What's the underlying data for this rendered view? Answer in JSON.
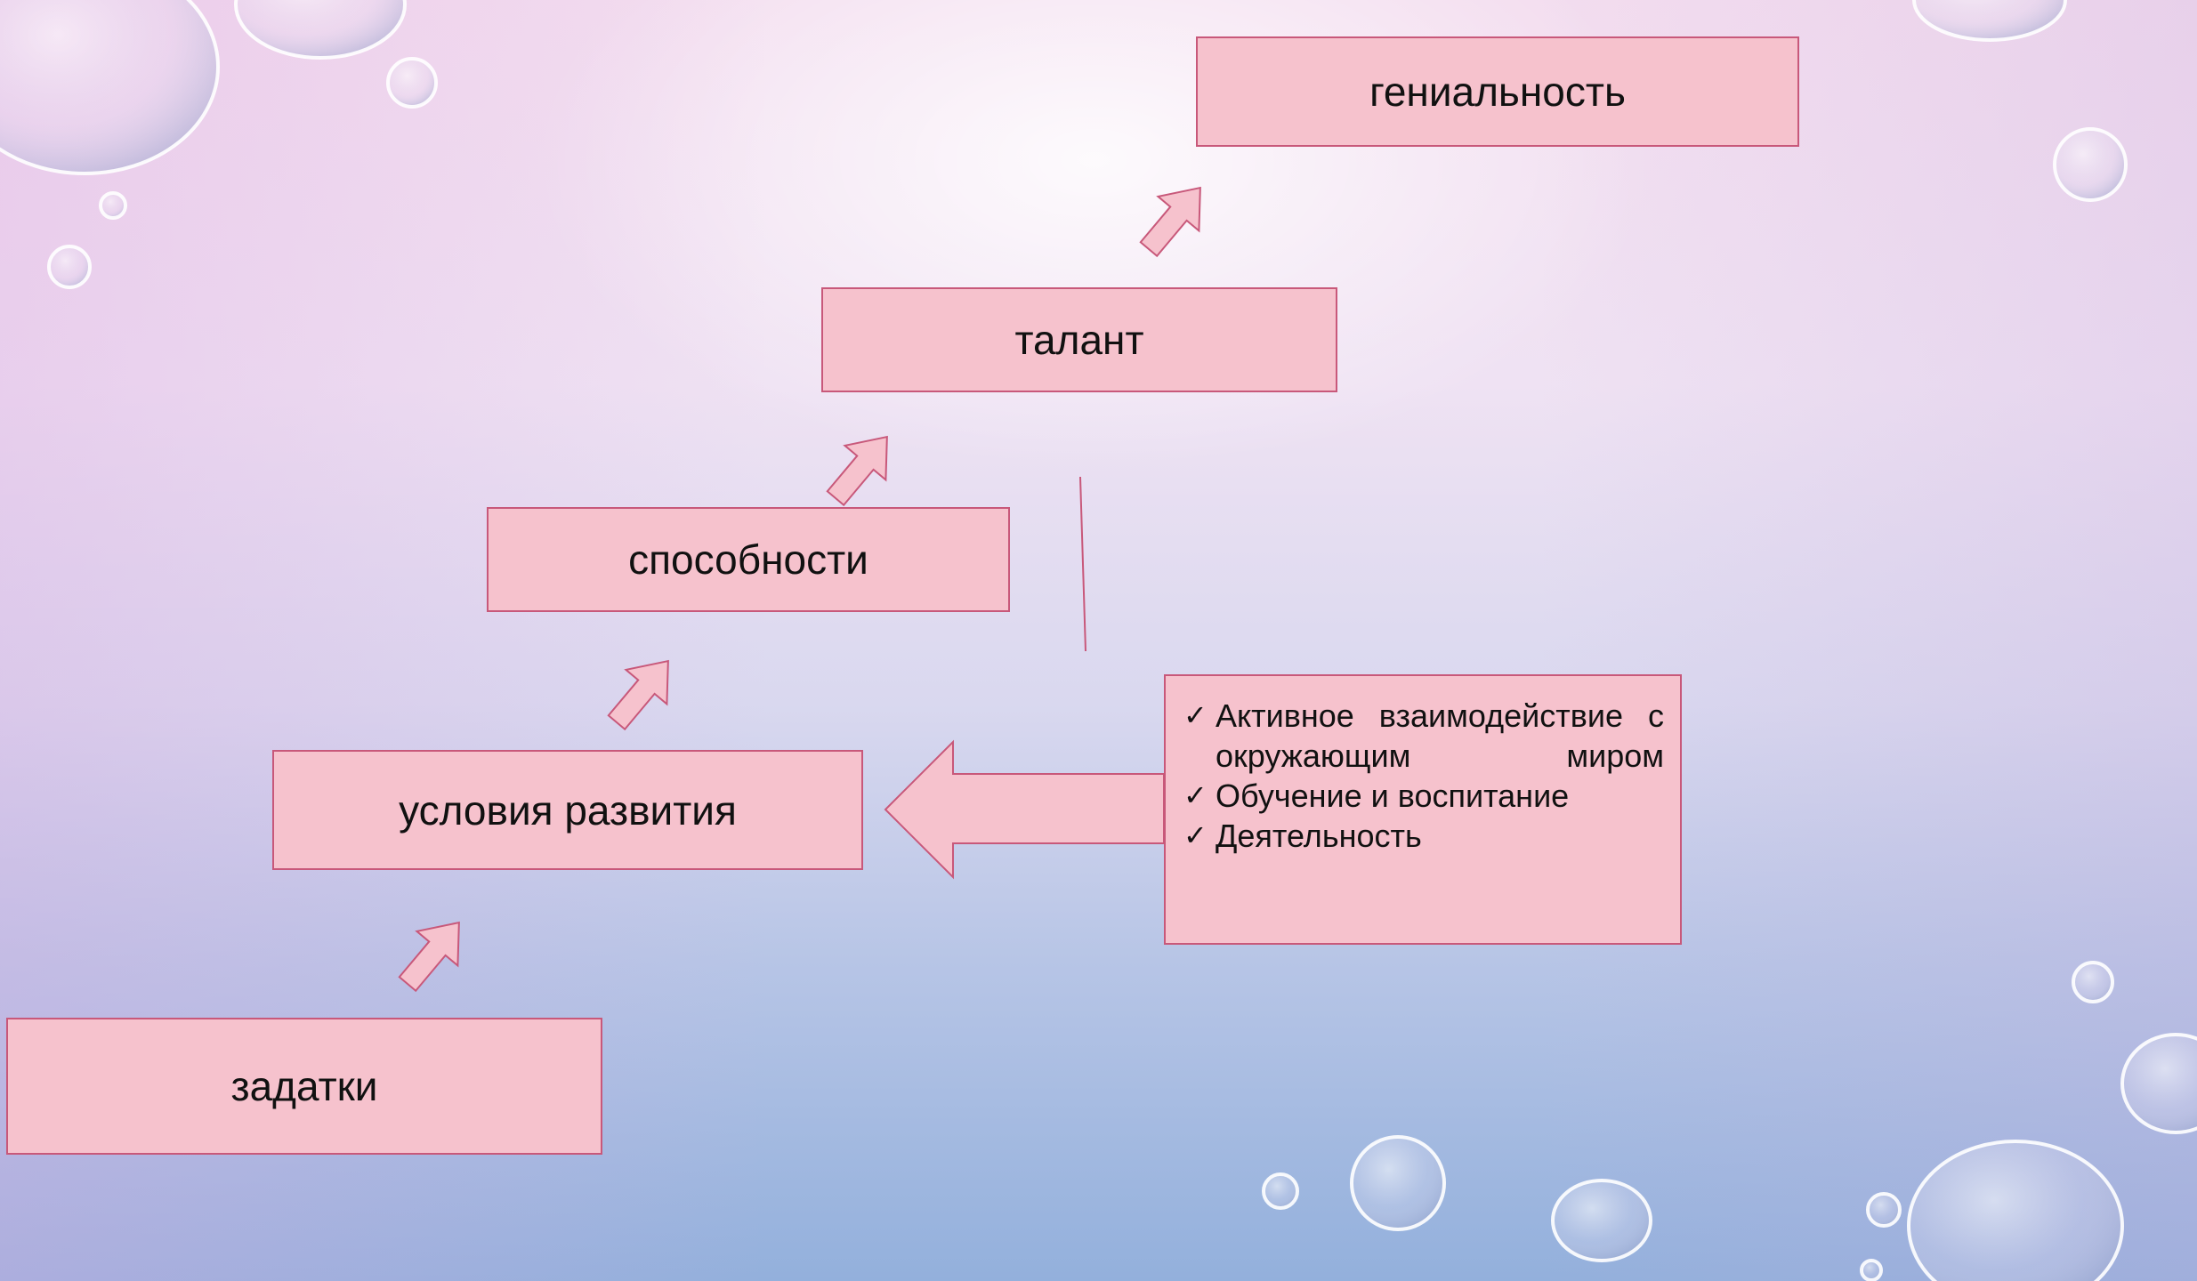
{
  "diagram": {
    "boxes": {
      "genius": "гениальность",
      "talent": "талант",
      "abilities": "способности",
      "conditions": "условия развития",
      "inclinations": "задатки"
    },
    "factors": [
      "Активное взаимодействие с окружающим миром",
      "Обучение и воспитание",
      "Деятельность"
    ],
    "check_icon": "✓"
  },
  "colors": {
    "box_fill": "#f6c2cd",
    "box_border": "#c8587a",
    "arrow_fill": "#f6c2cd",
    "arrow_stroke": "#c8587a"
  }
}
